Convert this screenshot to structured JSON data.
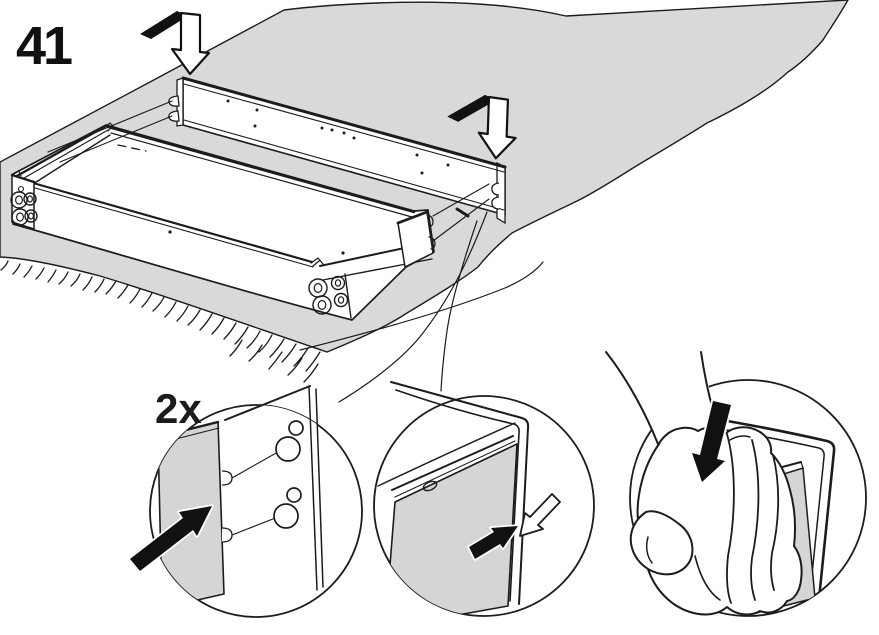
{
  "step": {
    "number": "41"
  },
  "callouts": {
    "quantity_label": "2x",
    "left_detail": "dowel-pins-into-keyhole-slots",
    "middle_detail": "panel-snaps-into-corner",
    "right_detail": "hand-press-panel-down"
  },
  "icons": {
    "main_arrow_1": "press-down-arrow",
    "main_arrow_2": "press-down-arrow",
    "left_circle_arrow": "insert-direction-arrow",
    "middle_circle_arrows": "snap-together-arrows",
    "right_circle_arrow": "press-down-arrow",
    "right_circle_hand": "pressing-hand"
  },
  "colors": {
    "carpet": "#d9dad8",
    "panel": "#d3d6d4",
    "line": "#1c1c1c",
    "arrow_black": "#111111",
    "background": "#ffffff"
  }
}
